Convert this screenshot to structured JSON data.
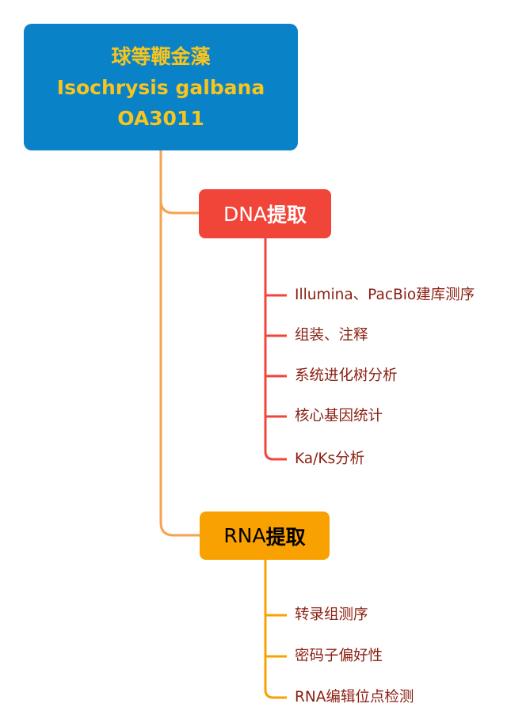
{
  "root": {
    "line1": "球等鞭金藻",
    "line2": "Isochrysis galbana",
    "line3": "OA3011"
  },
  "dna": {
    "label_plain": "DNA",
    "label_bold": "提取",
    "children": [
      "Illumina、PacBio建库测序",
      "组装、注释",
      "系统进化树分析",
      "核心基因统计",
      "Ka/Ks分析"
    ]
  },
  "rna": {
    "label_plain": "RNA",
    "label_bold": "提取",
    "children": [
      "转录组测序",
      "密码子偏好性",
      "RNA编辑位点检测"
    ]
  },
  "colors": {
    "root": "#0a82c8",
    "root_text": "#f7c51e",
    "dna": "#f1453a",
    "rna": "#f8a100",
    "trunk": "#f6a24e",
    "leaf_text": "#8a1f11"
  }
}
